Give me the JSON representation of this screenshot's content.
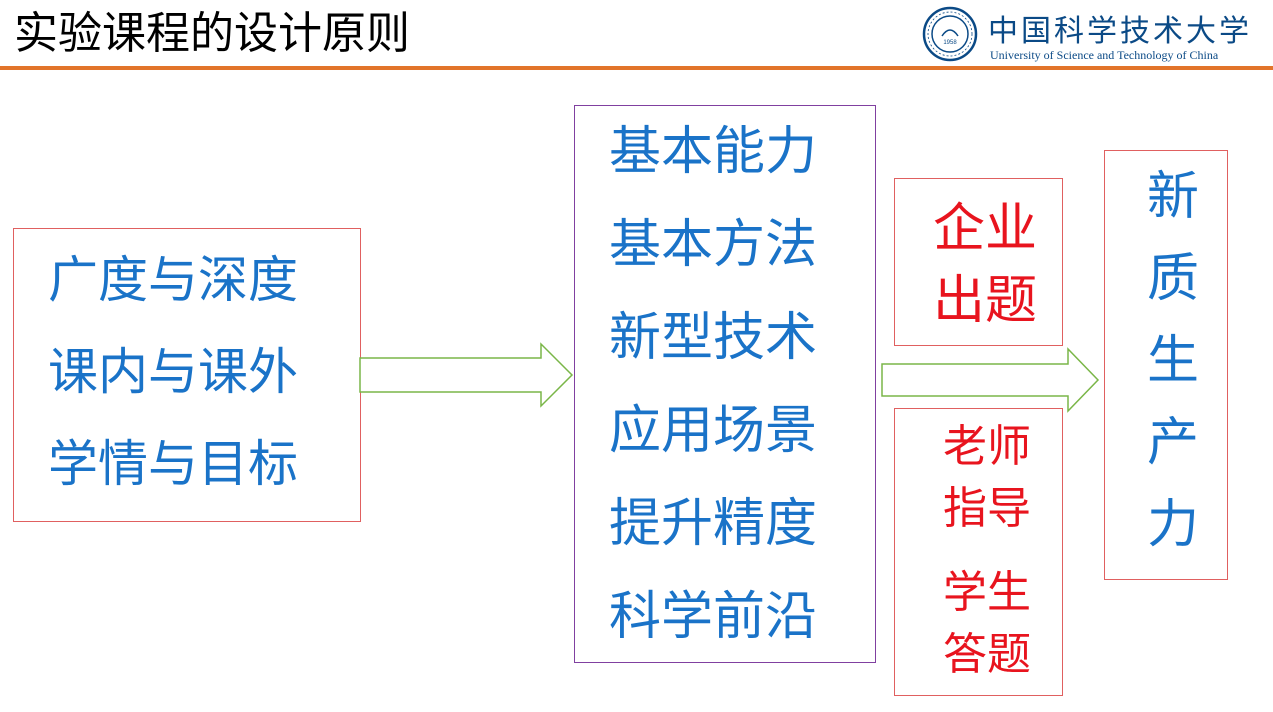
{
  "header": {
    "title": "实验课程的设计原则",
    "logo_cn": "中国科学技术大学",
    "logo_en": "University of Science and Technology of China",
    "seal_year": "1958"
  },
  "left_box": {
    "lines": [
      "广度与深度",
      "课内与课外",
      "学情与目标"
    ]
  },
  "middle_box": {
    "lines": [
      "基本能力",
      "基本方法",
      "新型技术",
      "应用场景",
      "提升精度",
      "科学前沿"
    ]
  },
  "enterprise_box": {
    "lines": [
      "企业",
      "出题"
    ]
  },
  "teacher_box": {
    "lines": [
      "老师",
      "指导",
      "学生",
      "答题"
    ]
  },
  "right_box": {
    "chars": [
      "新",
      "质",
      "生",
      "产",
      "力"
    ]
  },
  "colors": {
    "accent_rule": "#e2742a",
    "text_blue": "#1a73c8",
    "text_red": "#e8141e",
    "arrow_stroke": "#7ab648",
    "box_border": "#e06060",
    "mid_border": "#8040a0"
  }
}
